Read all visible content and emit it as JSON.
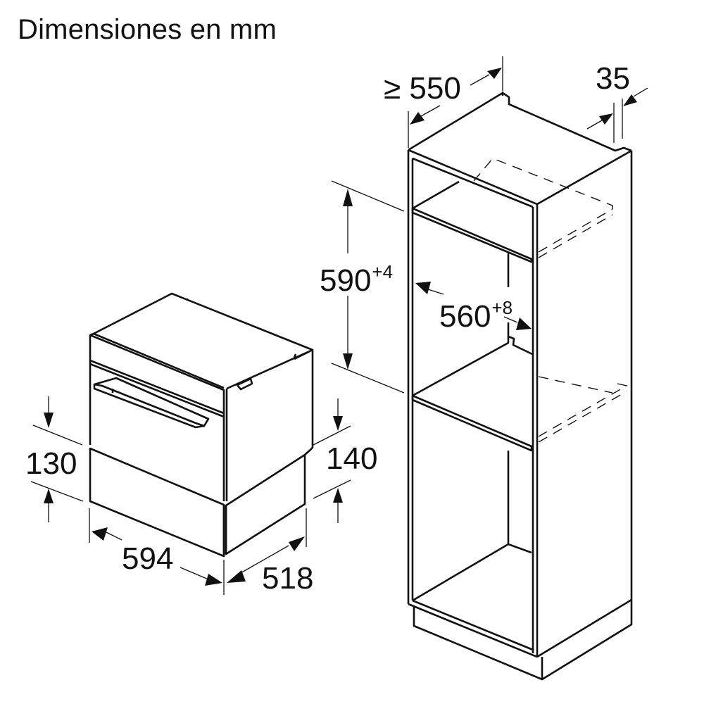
{
  "title": "Dimensiones en mm",
  "colors": {
    "line": "#111111",
    "background": "#ffffff",
    "drawer_fill": "#dcdcdc"
  },
  "appliance": {
    "label": "built-in warming drawer with compact oven",
    "dimensions": {
      "drawer_height_front": {
        "value": "130"
      },
      "drawer_height_side": {
        "value": "140"
      },
      "width": {
        "value": "594"
      },
      "depth": {
        "value": "518"
      }
    }
  },
  "cabinet": {
    "label": "tall housing cabinet",
    "dimensions": {
      "min_depth": {
        "prefix": "≥",
        "value": "550"
      },
      "rear_gap": {
        "value": "35"
      },
      "niche_height": {
        "value": "590",
        "tolerance": "+4"
      },
      "niche_width": {
        "value": "560",
        "tolerance": "+8"
      }
    }
  }
}
